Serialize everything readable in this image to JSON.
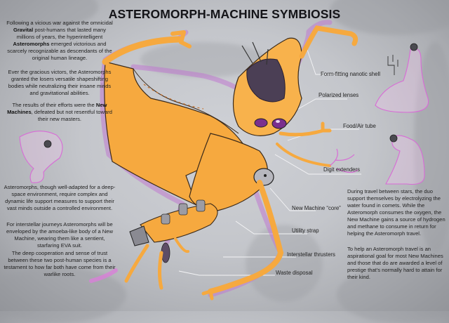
{
  "title": "ASTEROMORPH-MACHINE SYMBIOSIS",
  "left_column": {
    "p1": {
      "t1": "Following a vicious war against the omnicidal ",
      "b1": "Gravital",
      "t2": " post-humans that lasted many millions of years, the hyperintelligent ",
      "b2": "Asteromorphs",
      "t3": " emerged victorious and scarcely recognizable as descendants of the original human lineage."
    },
    "p2": "Ever the gracious victors, the Asteromorphs granted the losers versatile shapeshifting bodies while neutralizing their insane minds and gravitational abilities.",
    "p3": {
      "t1": "The results of their efforts were the ",
      "b1": "New Machines",
      "t2": ", defeated but not resentful toward their new masters."
    },
    "p4": "Asteromorphs, though well-adapted for a deep-space environment, require complex and dynamic life support measures to support their vast minds outside a controlled environment.",
    "p5": "For interstellar journeys Asteromorphs will be enveloped by the amoeba-like body of a New Machine, wearing them like a sentient, starfaring EVA suit.",
    "p6": "The deep cooperation and sense of trust between these two post-human species is a testament to how far both have come from their warlike roots."
  },
  "right_column": {
    "p1": "During travel between stars, the duo support themselves by electrolyzing the water found in comets. While the Asteromorph consumes the oxygen, the New Machine gains a source of hydrogen and methane to consume in return for helping the Asteromorph travel.",
    "p2": "To help an Asteromorph travel is an aspirational goal for most New Machines and those that do are awarded a level of prestige that's normally hard to attain for their kind."
  },
  "callouts": {
    "shell": "Form-fitting nanotic shell",
    "lenses": "Polarized lenses",
    "tube": "Food/Air tube",
    "digits": "Digit extenders",
    "core": "New Machine “core”",
    "strap": "Utility strap",
    "thrusters": "Interstellar thrusters",
    "waste": "Waste disposal"
  },
  "colors": {
    "body_orange": "#f6a93f",
    "body_light": "#ffc86a",
    "outline_purple": "#c07ad0",
    "machine_magenta": "#d86bd6",
    "visor_dark": "#4b3f55",
    "lens_purple": "#7a2f8e",
    "metal_grey": "#9c9ca4"
  }
}
